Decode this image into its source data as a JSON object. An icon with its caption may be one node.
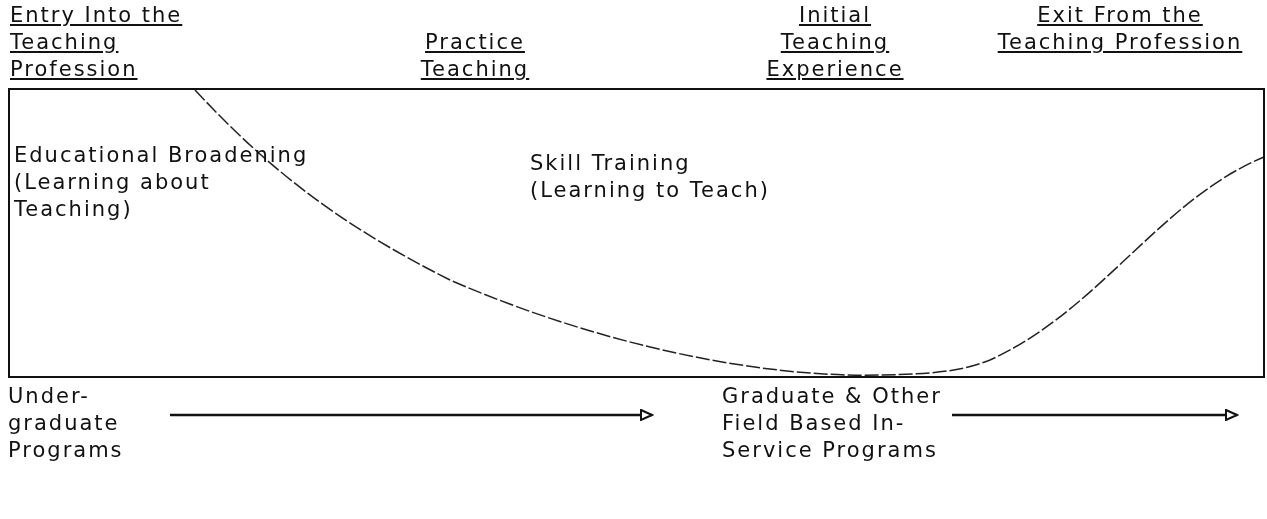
{
  "diagram": {
    "nodes": [
      {
        "text": [],
        "shape": "box"
      },
      {
        "text": [
          "Educational Broadening (Learning about Teaching)"
        ],
        "in": 0
      },
      {
        "text": [
          "Skill Training (Learning to Teach)"
        ],
        "in": 0
      },
      {
        "text": [
          "Under- graduate Programs"
        ]
      },
      {
        "text": [
          "Graduate & Other Field Based In- Service Programs"
        ]
      }
    ],
    "edges": [
      {
        "from": 3,
        "to": null,
        "arrow": "to"
      },
      {
        "from": 4,
        "to": null,
        "arrow": "to"
      }
    ],
    "labels": [
      "Entry Into the Teaching Profession",
      "Practice Teaching",
      "Initial Teaching Experience",
      "Exit From the Teaching Profession"
    ]
  }
}
